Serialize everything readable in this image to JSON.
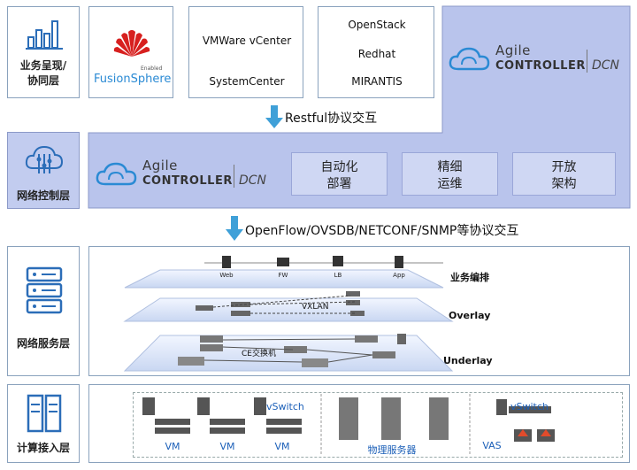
{
  "layers": {
    "presentation": "业务呈现/\n协同层",
    "control": "网络控制层",
    "service": "网络服务层",
    "compute": "计算接入层"
  },
  "vendors": {
    "fusionsphere": "FusionSphere",
    "fusionsphere_badge": "Enabled",
    "vmware": "VMWare vCenter",
    "systemcenter": "SystemCenter",
    "openstack": "OpenStack",
    "redhat": "Redhat",
    "mirantis": "MIRANTIS"
  },
  "agile_controller": {
    "agile": "Agile",
    "controller": "CONTROLLER",
    "dcn": "DCN"
  },
  "protocols": {
    "restful": "Restful协议交互",
    "openflow": "OpenFlow/OVSDB/NETCONF/SNMP等协议交互"
  },
  "control_features": [
    "自动化\n部署",
    "精细\n运维",
    "开放\n架构"
  ],
  "service_layers": {
    "orchestration": "业务编排",
    "overlay": "Overlay",
    "underlay": "Underlay",
    "vxlan": "VXLAN",
    "ce_switch": "CE交换机",
    "nodes": [
      "Web",
      "FW",
      "LB",
      "App"
    ]
  },
  "compute": {
    "vm": [
      "VM",
      "VM",
      "VM"
    ],
    "vswitch": "vSwitch",
    "physical_servers": "物理服务器",
    "vas": "VAS"
  },
  "colors": {
    "control_band": "#b9c4ec",
    "arrow": "#3fa0d8",
    "accent_blue": "#1b5fb8"
  }
}
